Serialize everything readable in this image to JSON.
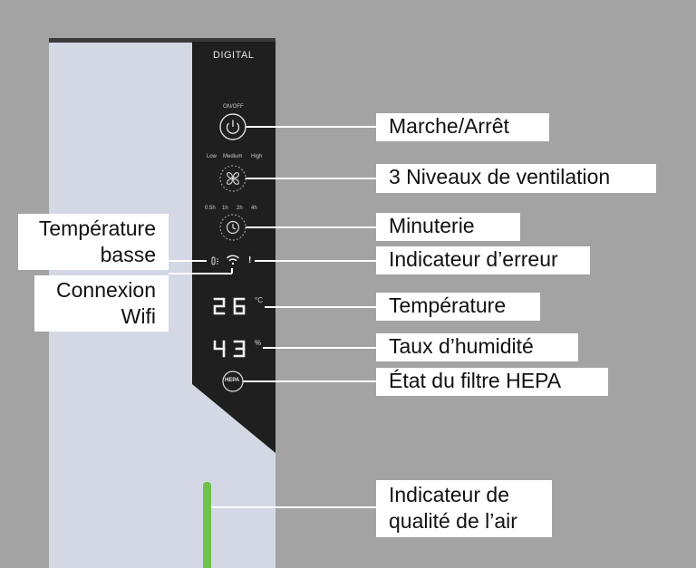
{
  "panel": {
    "brand": "DIGITAL",
    "power_caption": "ON/OFF",
    "fan_levels": [
      "Low",
      "Medium",
      "High"
    ],
    "timer_options": [
      "0.5h",
      "1h",
      "2h",
      "4h"
    ],
    "error_symbol": "!",
    "temperature": {
      "value": "26",
      "unit": "°C"
    },
    "humidity": {
      "value": "43",
      "unit": "%"
    },
    "hepa_label": "HEPA"
  },
  "callouts": {
    "power": "Marche/Arrêt",
    "fan": "3 Niveaux de ventilation",
    "timer": "Minuterie",
    "error": "Indicateur d’erreur",
    "temperature": "Température",
    "humidity": "Taux d’humidité",
    "hepa": "État du filtre HEPA",
    "air_quality_line1": "Indicateur de",
    "air_quality_line2": "qualité de l’air",
    "low_temp_line1": "Température",
    "low_temp_line2": "basse",
    "wifi_line1": "Connexion",
    "wifi_line2": "Wifi"
  },
  "colors": {
    "background": "#a3a3a3",
    "device_body": "#d3d8e4",
    "control_panel": "#1f1f1f",
    "air_quality_indicator": "#6ec14a",
    "callout_box": "#ffffff"
  },
  "icons": [
    "power-icon",
    "fan-icon",
    "clock-icon",
    "low-temperature-icon",
    "wifi-icon",
    "error-icon",
    "hepa-filter-icon"
  ]
}
